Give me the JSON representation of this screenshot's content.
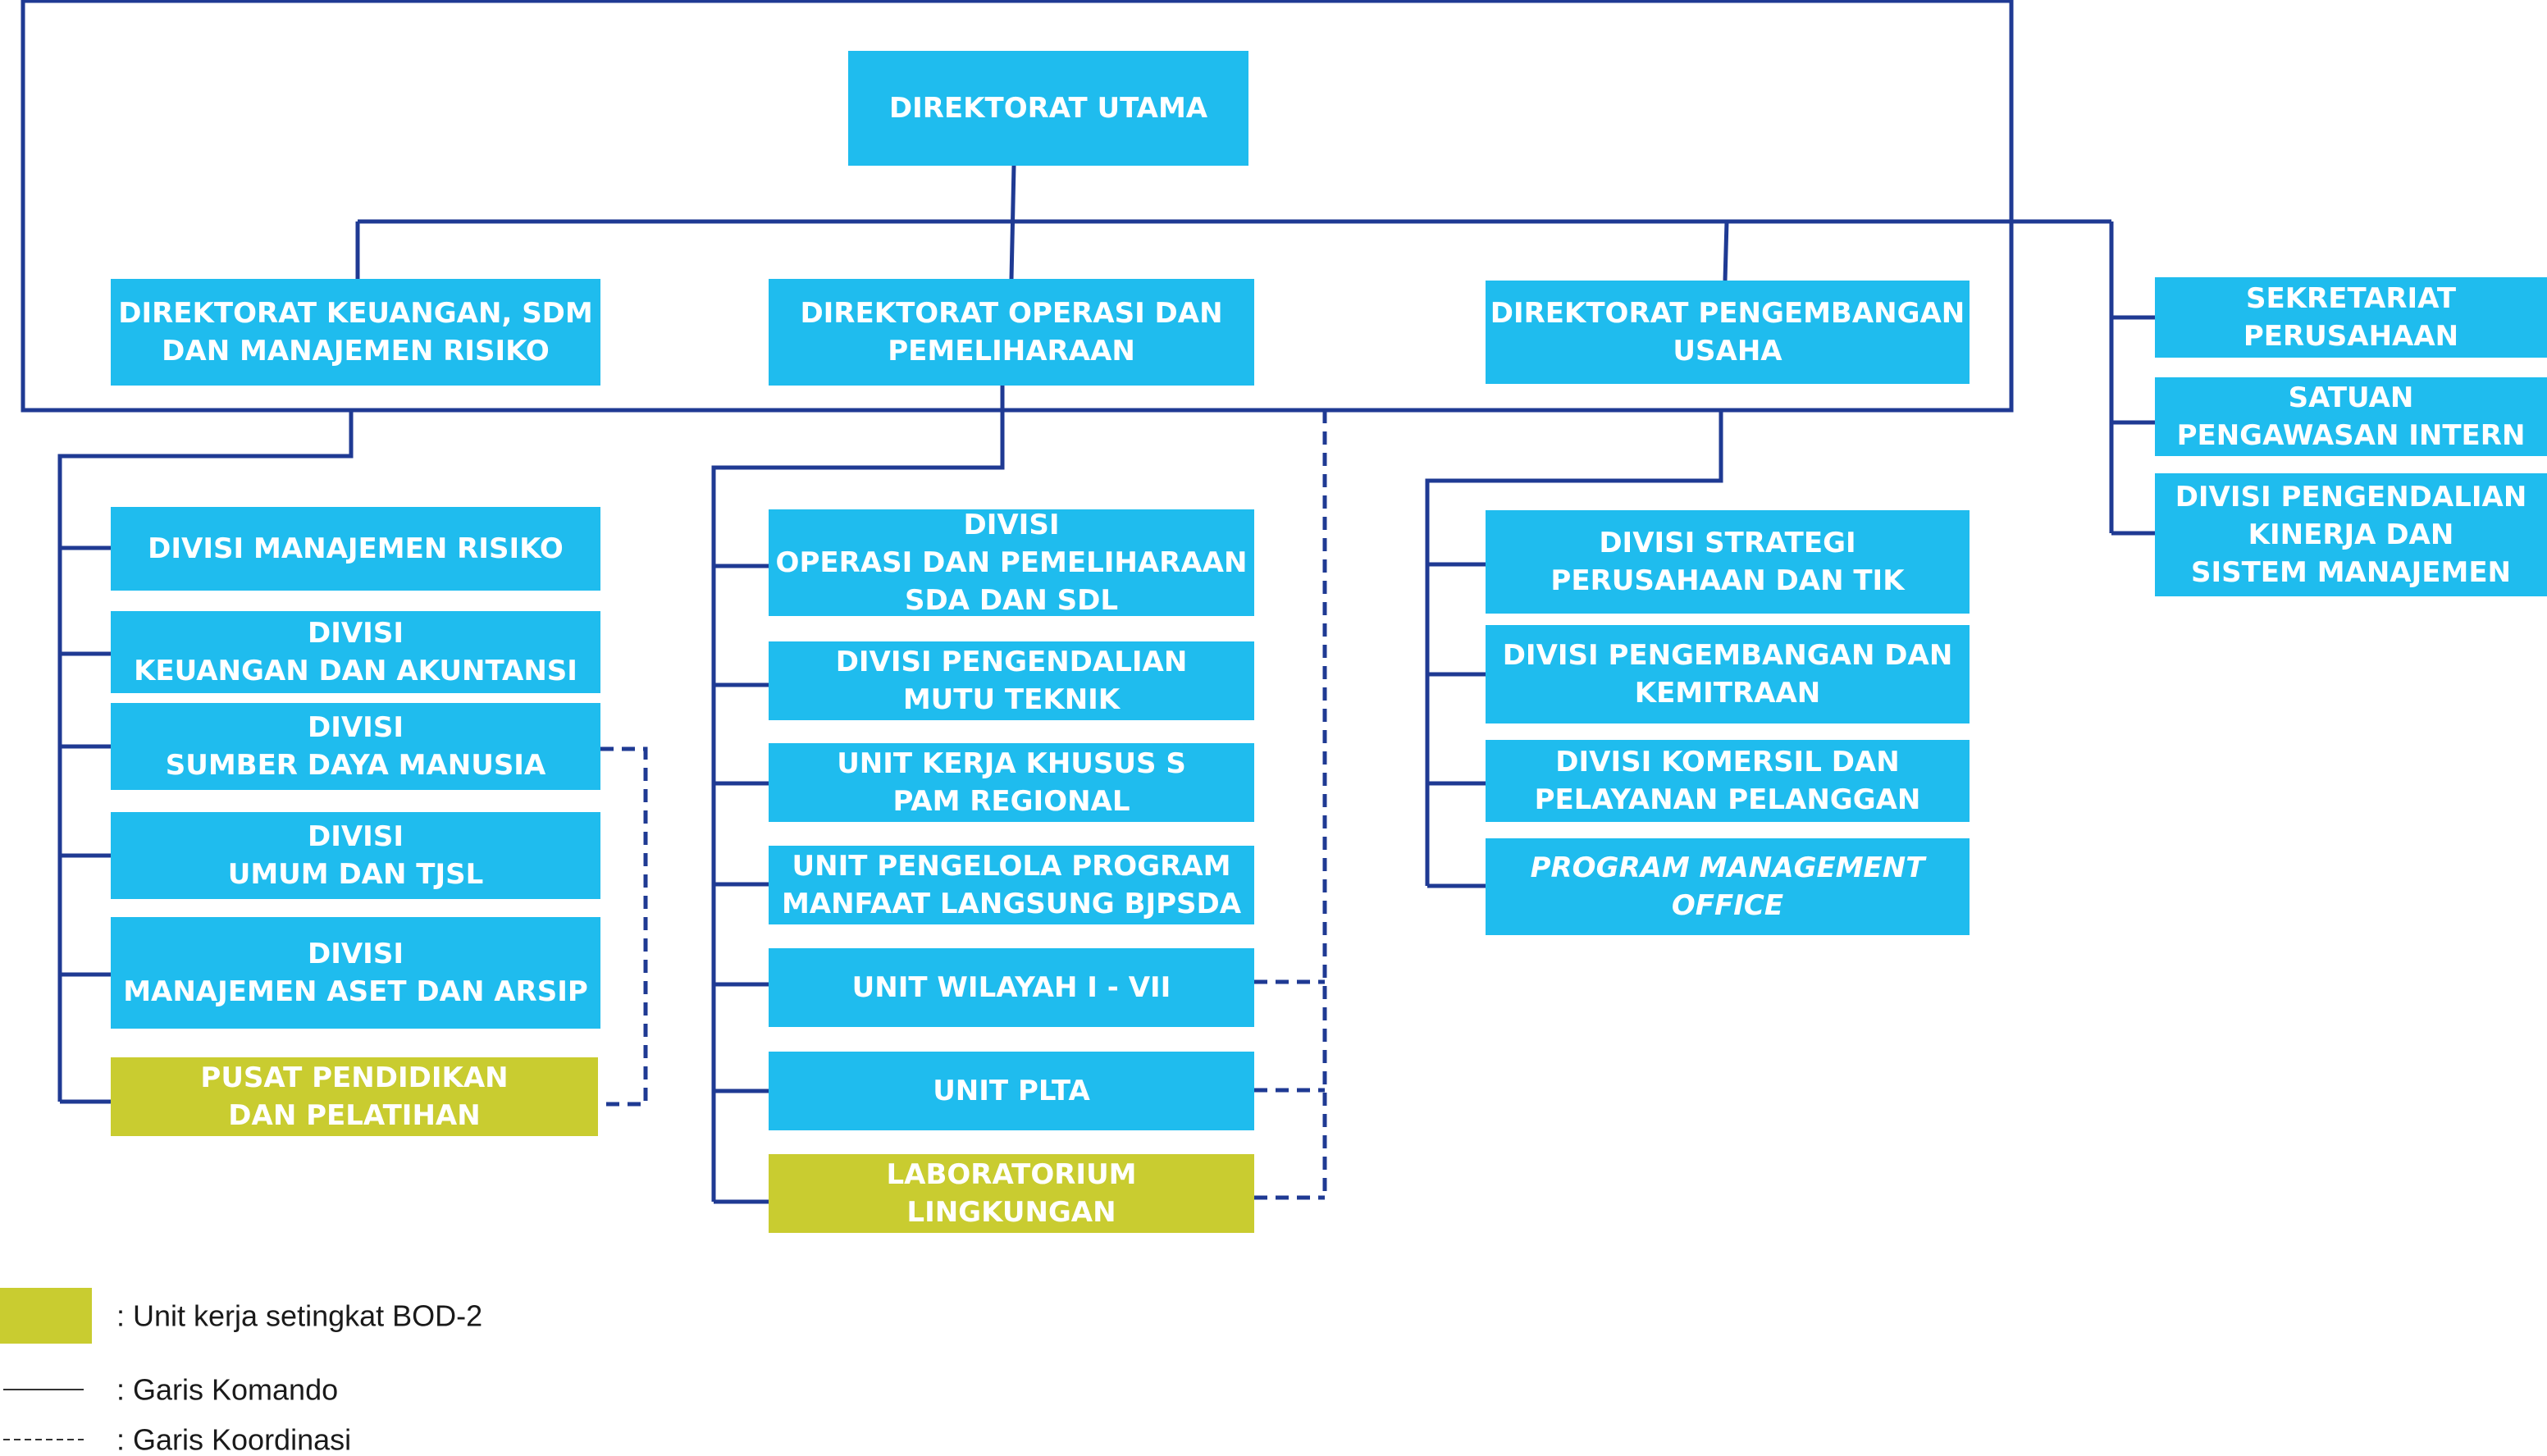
{
  "colors": {
    "box_blue": "#1fbcee",
    "box_olive": "#c9cc30",
    "line": "#1f3a93",
    "legend_line": "#333333"
  },
  "nodes": [
    {
      "id": "direktorat-utama",
      "lines": [
        "DIREKTORAT UTAMA"
      ],
      "color": "blue"
    },
    {
      "id": "direktorat-keuangan-sdm-risiko",
      "lines": [
        "DIREKTORAT KEUANGAN, SDM",
        "DAN MANAJEMEN RISIKO"
      ],
      "color": "blue"
    },
    {
      "id": "direktorat-operasi-pemeliharaan",
      "lines": [
        "DIREKTORAT OPERASI DAN",
        "PEMELIHARAAN"
      ],
      "color": "blue"
    },
    {
      "id": "direktorat-pengembangan-usaha",
      "lines": [
        "DIREKTORAT PENGEMBANGAN",
        "USAHA"
      ],
      "color": "blue"
    },
    {
      "id": "sekretariat-perusahaan",
      "lines": [
        "SEKRETARIAT",
        "PERUSAHAAN"
      ],
      "color": "blue"
    },
    {
      "id": "satuan-pengawasan-intern",
      "lines": [
        "SATUAN",
        "PENGAWASAN INTERN"
      ],
      "color": "blue"
    },
    {
      "id": "divisi-pengendalian-kinerja",
      "lines": [
        "DIVISI PENGENDALIAN",
        "KINERJA DAN",
        "SISTEM MANAJEMEN"
      ],
      "color": "blue"
    },
    {
      "id": "divisi-manajemen-risiko",
      "lines": [
        "DIVISI MANAJEMEN RISIKO"
      ],
      "color": "blue"
    },
    {
      "id": "divisi-keuangan-akuntansi",
      "lines": [
        "DIVISI",
        "KEUANGAN DAN AKUNTANSI"
      ],
      "color": "blue"
    },
    {
      "id": "divisi-sdm",
      "lines": [
        "DIVISI",
        "SUMBER DAYA MANUSIA"
      ],
      "color": "blue"
    },
    {
      "id": "divisi-umum-tjsl",
      "lines": [
        "DIVISI",
        "UMUM DAN  TJSL"
      ],
      "color": "blue"
    },
    {
      "id": "divisi-manajemen-aset-arsip",
      "lines": [
        "DIVISI",
        "MANAJEMEN ASET DAN ARSIP"
      ],
      "color": "blue"
    },
    {
      "id": "pusat-pendidikan-pelatihan",
      "lines": [
        "PUSAT PENDIDIKAN",
        "DAN PELATIHAN"
      ],
      "color": "olive"
    },
    {
      "id": "divisi-operasi-pemeliharaan-sda-sdl",
      "lines": [
        "DIVISI",
        "OPERASI DAN PEMELIHARAAN",
        "SDA DAN SDL"
      ],
      "color": "blue"
    },
    {
      "id": "divisi-pengendalian-mutu-teknik",
      "lines": [
        "DIVISI PENGENDALIAN",
        "MUTU TEKNIK"
      ],
      "color": "blue"
    },
    {
      "id": "unit-kerja-khusus-spam-regional",
      "lines": [
        "UNIT KERJA KHUSUS S",
        "PAM REGIONAL"
      ],
      "color": "blue"
    },
    {
      "id": "unit-pengelola-program-bjpsda",
      "lines": [
        "UNIT PENGELOLA PROGRAM",
        "MANFAAT LANGSUNG BJPSDA"
      ],
      "color": "blue"
    },
    {
      "id": "unit-wilayah",
      "lines": [
        "UNIT WILAYAH I - VII"
      ],
      "color": "blue"
    },
    {
      "id": "unit-plta",
      "lines": [
        "UNIT PLTA"
      ],
      "color": "blue"
    },
    {
      "id": "laboratorium-lingkungan",
      "lines": [
        "LABORATORIUM",
        "LINGKUNGAN"
      ],
      "color": "olive"
    },
    {
      "id": "divisi-strategi-perusahaan-tik",
      "lines": [
        "DIVISI STRATEGI",
        "PERUSAHAAN DAN TIK"
      ],
      "color": "blue"
    },
    {
      "id": "divisi-pengembangan-kemitraan",
      "lines": [
        "DIVISI PENGEMBANGAN DAN",
        "KEMITRAAN"
      ],
      "color": "blue"
    },
    {
      "id": "divisi-komersil-pelayanan",
      "lines": [
        "DIVISI KOMERSIL DAN",
        "PELAYANAN PELANGGAN"
      ],
      "color": "blue"
    },
    {
      "id": "program-management-office",
      "lines": [
        "PROGRAM MANAGEMENT",
        "OFFICE"
      ],
      "color": "blue",
      "italic": true
    }
  ],
  "legend": [
    {
      "kind": "swatch",
      "label": ": Unit kerja setingkat BOD-2"
    },
    {
      "kind": "solid-line",
      "label": ": Garis Komando"
    },
    {
      "kind": "dashed-line",
      "label": ": Garis Koordinasi"
    }
  ]
}
